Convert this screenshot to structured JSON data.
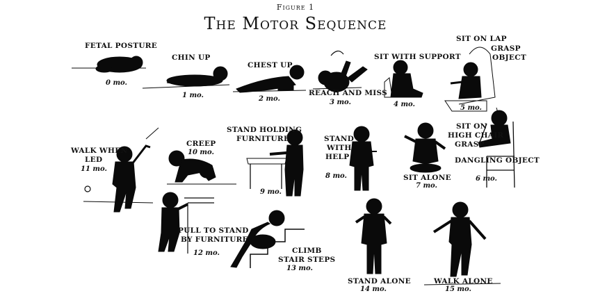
{
  "figure_label": "Figure 1",
  "title": "The Motor Sequence",
  "stages": [
    {
      "id": "fetal-posture",
      "label": [
        "FETAL POSTURE"
      ],
      "age": "0 mo."
    },
    {
      "id": "chin-up",
      "label": [
        "CHIN UP"
      ],
      "age": "1 mo."
    },
    {
      "id": "chest-up",
      "label": [
        "CHEST UP"
      ],
      "age": "2 mo."
    },
    {
      "id": "reach-and-miss",
      "label": [
        "REACH AND MISS"
      ],
      "age": "3 mo."
    },
    {
      "id": "sit-with-support",
      "label": [
        "SIT WITH SUPPORT"
      ],
      "age": "4 mo."
    },
    {
      "id": "sit-on-lap",
      "label": [
        "SIT ON LAP",
        "GRASP",
        "OBJECT"
      ],
      "age": "5 mo."
    },
    {
      "id": "sit-on-high-chair",
      "label": [
        "SIT ON",
        "HIGH CHAIR",
        "GRASP",
        "DANGLING OBJECT"
      ],
      "age": "6 mo."
    },
    {
      "id": "sit-alone",
      "label": [
        "SIT ALONE"
      ],
      "age": "7 mo."
    },
    {
      "id": "stand-with-help",
      "label": [
        "STAND",
        "WITH",
        "HELP"
      ],
      "age": "8 mo."
    },
    {
      "id": "stand-holding-furniture",
      "label": [
        "STAND HOLDING",
        "FURNITURE"
      ],
      "age": "9 mo."
    },
    {
      "id": "creep",
      "label": [
        "CREEP"
      ],
      "age": "10 mo."
    },
    {
      "id": "walk-when-led",
      "label": [
        "WALK WHEN",
        "LED"
      ],
      "age": "11 mo."
    },
    {
      "id": "pull-to-stand",
      "label": [
        "PULL TO STAND",
        "BY FURNITURE"
      ],
      "age": "12 mo."
    },
    {
      "id": "climb-stair-steps",
      "label": [
        "CLIMB",
        "STAIR STEPS"
      ],
      "age": "13 mo."
    },
    {
      "id": "stand-alone",
      "label": [
        "STAND ALONE"
      ],
      "age": "14 mo."
    },
    {
      "id": "walk-alone",
      "label": [
        "WALK ALONE"
      ],
      "age": "15 mo."
    }
  ]
}
